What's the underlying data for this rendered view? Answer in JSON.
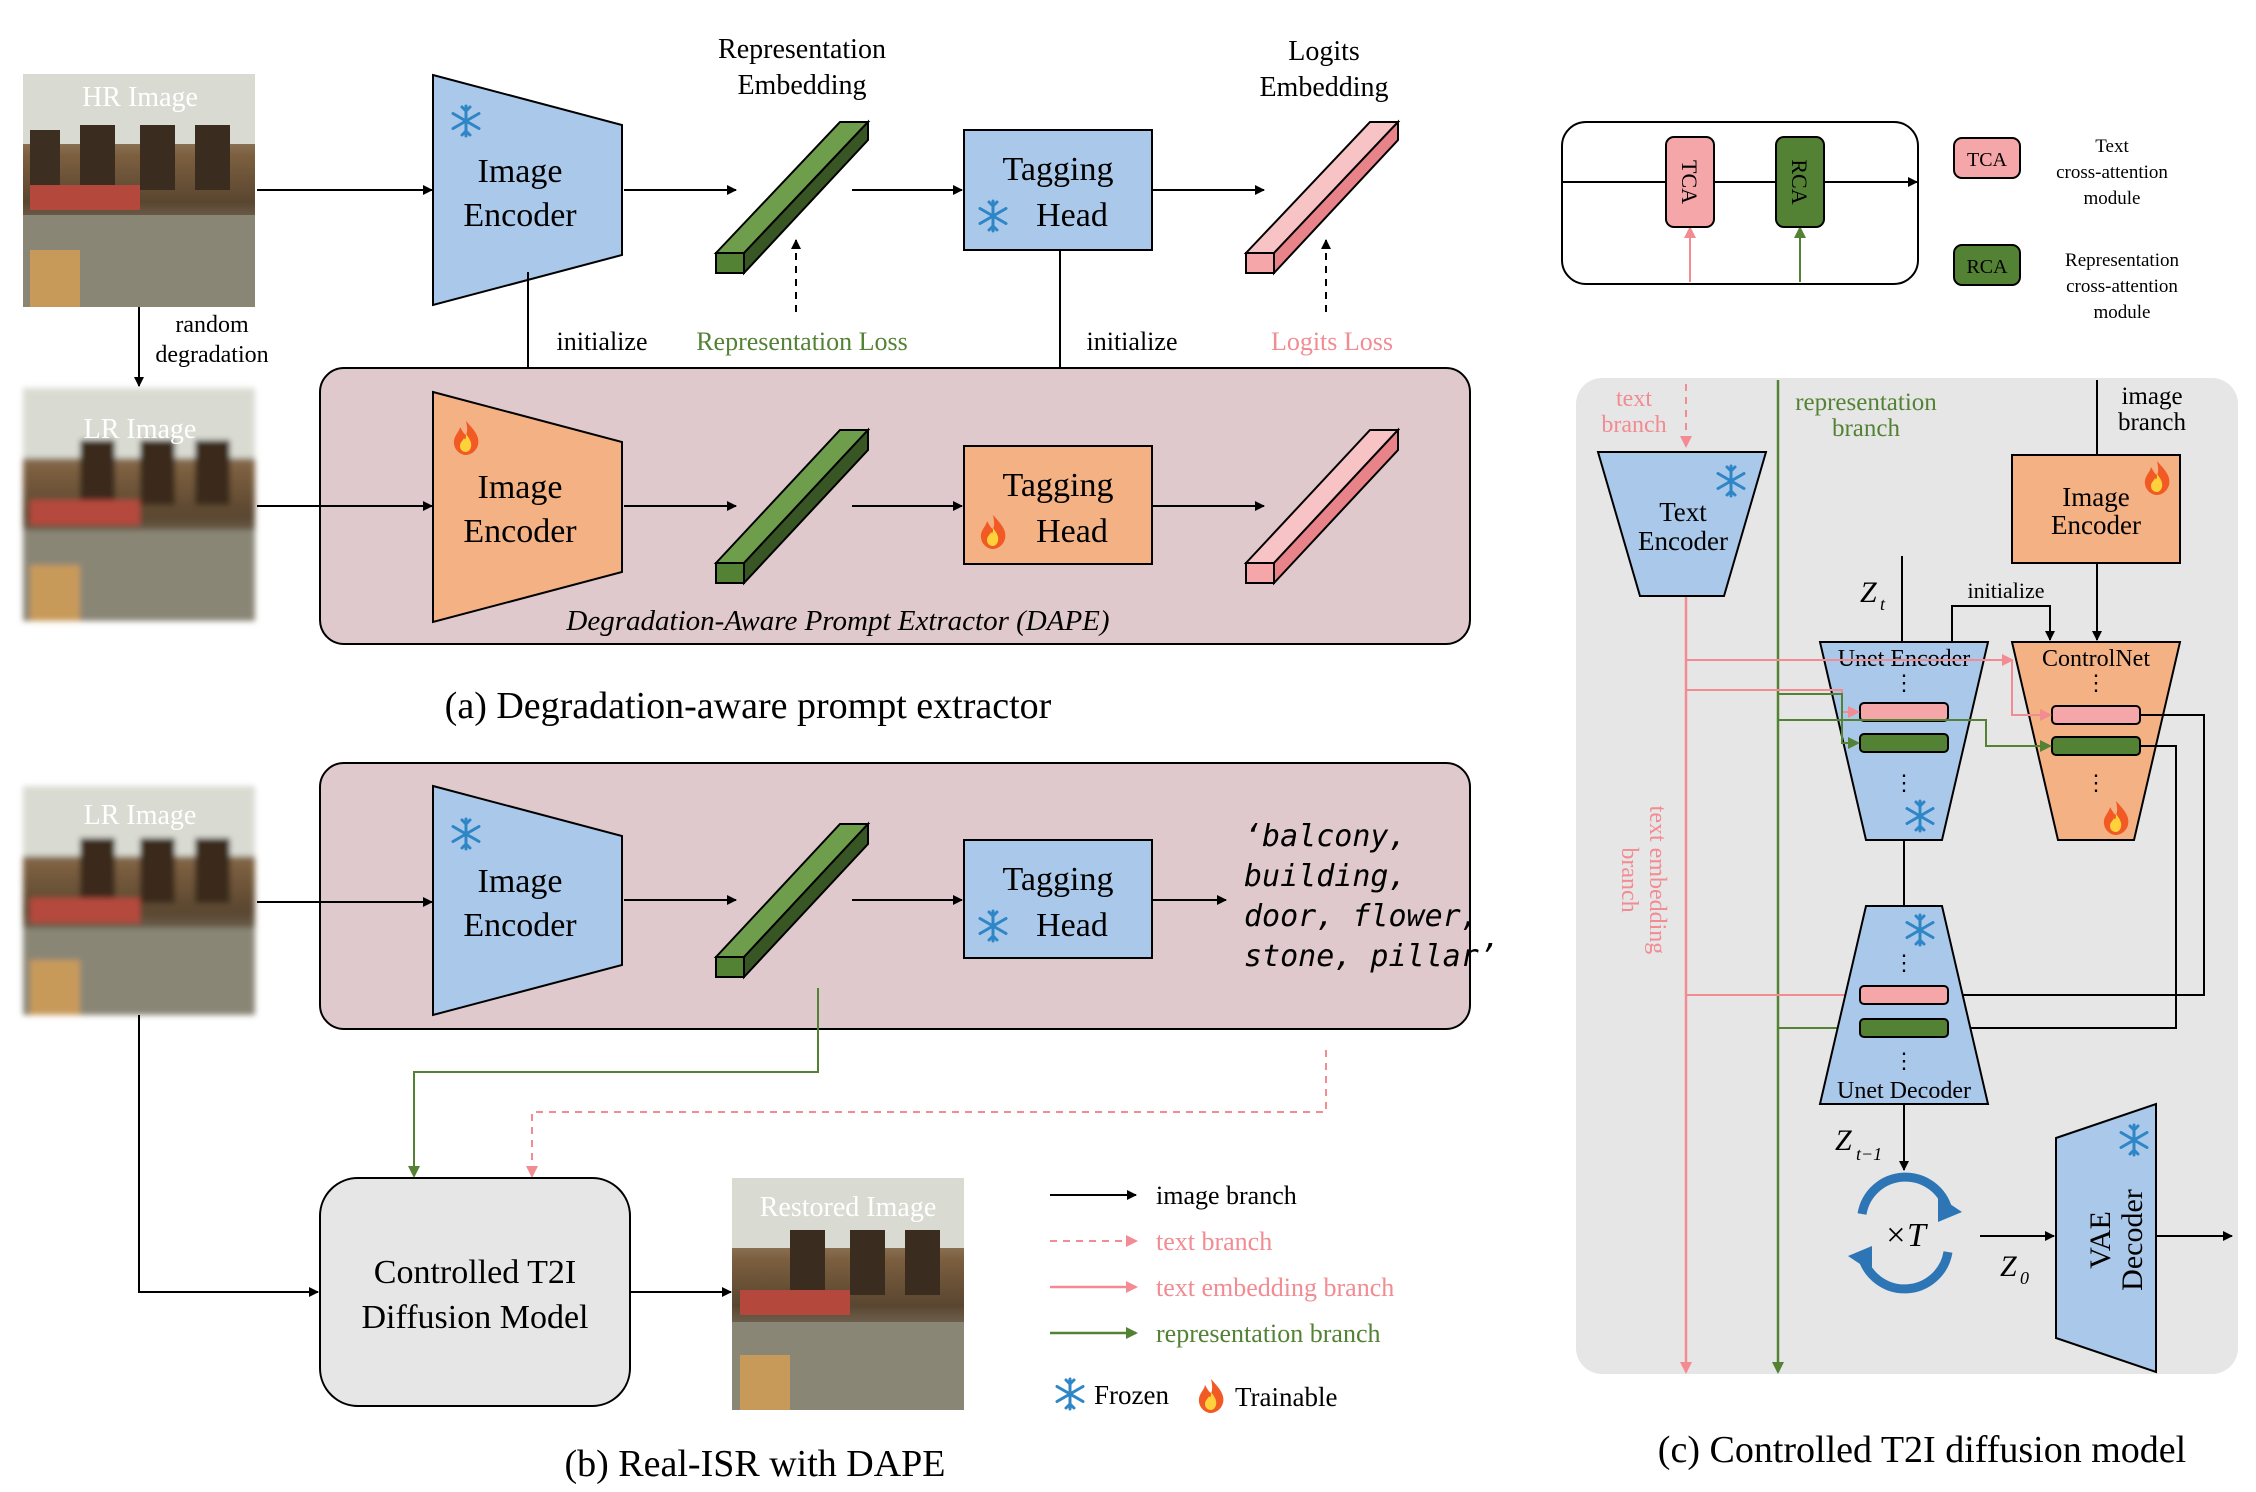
{
  "colors": {
    "blue": "#a9c8ea",
    "orange": "#f4b183",
    "green": "#548235",
    "green_dark": "#375623",
    "pink": "#f4a6a8",
    "panel": "#dfc9cc",
    "grey_panel": "#e6e6e6",
    "text_pink": "#f28b92",
    "text_green": "#548235"
  },
  "panel_a": {
    "hr_image": "HR Image",
    "random_degradation": [
      "random",
      "degradation"
    ],
    "lr_image": "LR Image",
    "image_encoder": [
      "Image",
      "Encoder"
    ],
    "representation_embedding": [
      "Representation",
      "Embedding"
    ],
    "tagging_head": [
      "Tagging",
      "Head"
    ],
    "logits_embedding": [
      "Logits",
      "Embedding"
    ],
    "initialize": "initialize",
    "representation_loss": "Representation Loss",
    "logits_loss": "Logits Loss",
    "dape_caption": "Degradation-Aware Prompt Extractor (DAPE)",
    "caption": "(a) Degradation-aware prompt extractor"
  },
  "panel_b": {
    "lr_image": "LR Image",
    "image_encoder": [
      "Image",
      "Encoder"
    ],
    "tagging_head": [
      "Tagging",
      "Head"
    ],
    "tags": [
      "‘balcony,",
      "building,",
      "door, flower,",
      "stone, pillar’"
    ],
    "t2i_model": [
      "Controlled T2I",
      "Diffusion Model"
    ],
    "restored_image": "Restored Image",
    "caption": "(b) Real-ISR with DAPE"
  },
  "legend": {
    "items": [
      "image branch",
      "text branch",
      "text embedding branch",
      "representation branch"
    ],
    "frozen": "Frozen",
    "trainable": "Trainable"
  },
  "module_legend": {
    "tca": "TCA",
    "rca": "RCA",
    "tca_desc": [
      "Text",
      "cross-attention",
      "module"
    ],
    "rca_desc": [
      "Representation",
      "cross-attention",
      "module"
    ]
  },
  "panel_c": {
    "text_branch": [
      "text",
      "branch"
    ],
    "representation_branch": [
      "representation",
      "branch"
    ],
    "image_branch": [
      "image",
      "branch"
    ],
    "text_encoder": [
      "Text",
      "Encoder"
    ],
    "image_encoder": [
      "Image",
      "Encoder"
    ],
    "zt": "Z",
    "zt_sub": "t",
    "initialize": "initialize",
    "unet_encoder": "Unet Encoder",
    "controlnet": "ControlNet",
    "unet_decoder": "Unet Decoder",
    "text_embedding_branch": [
      "text embedding",
      "branch"
    ],
    "zt1": "Z",
    "zt1_sub": "t−1",
    "times_t": "×T",
    "z0": "Z",
    "z0_sub": "0",
    "vae_decoder": [
      "VAE",
      "Decoder"
    ],
    "caption": "(c) Controlled T2I diffusion model"
  }
}
